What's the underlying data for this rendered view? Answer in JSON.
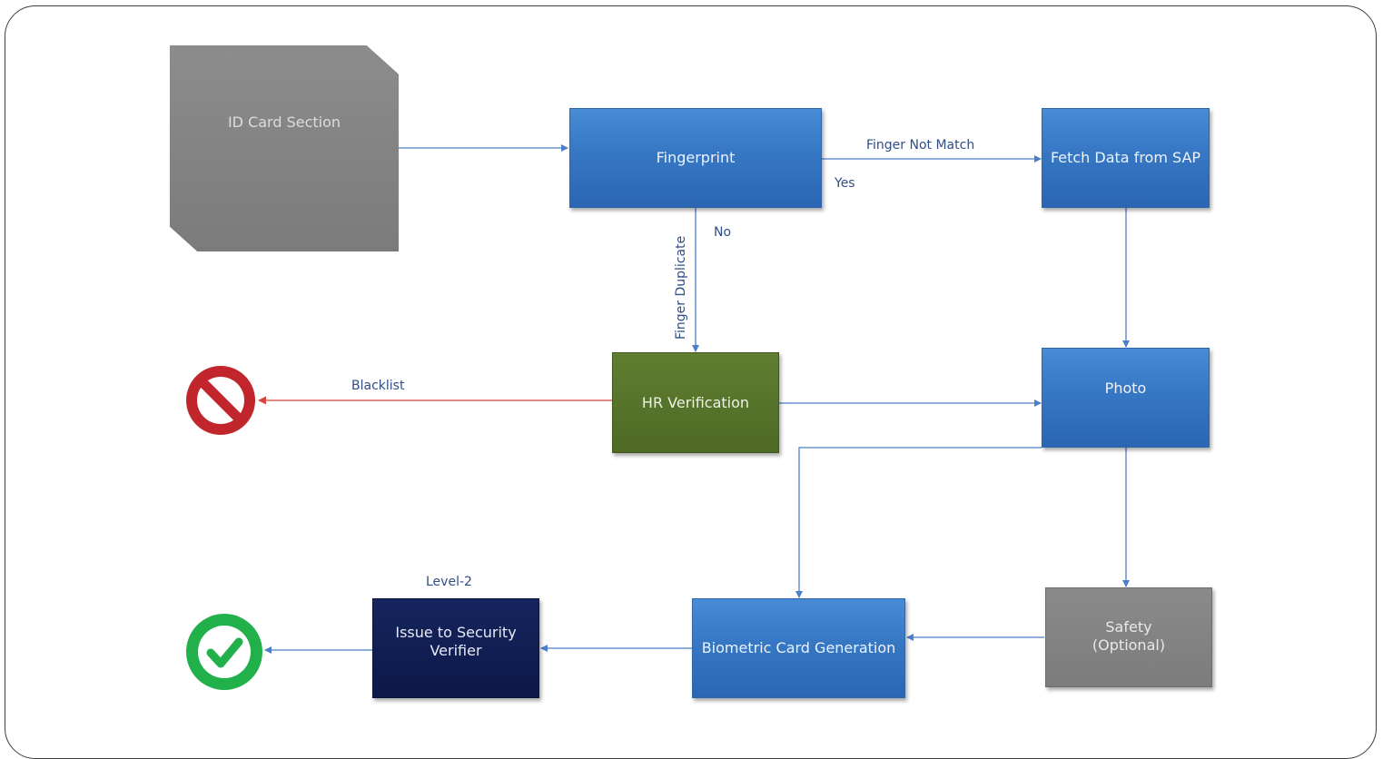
{
  "nodes": {
    "id_card_section": "ID Card Section",
    "fingerprint": "Fingerprint",
    "fetch_data_sap": "Fetch Data from SAP",
    "hr_verification": "HR Verification",
    "photo": "Photo",
    "safety": "Safety\n(Optional)",
    "biometric_card_generation": "Biometric Card Generation",
    "issue_to_security_verifier": "Issue to Security\nVerifier"
  },
  "edge_labels": {
    "finger_not_match": "Finger Not Match",
    "yes": "Yes",
    "no": "No",
    "finger_duplicate": "Finger Duplicate",
    "blacklist": "Blacklist",
    "level_2": "Level-2"
  },
  "icons": {
    "reject": "no-entry-icon",
    "approve": "check-circle-icon"
  },
  "colors": {
    "process_blue": "#3677c4",
    "hr_green": "#56722a",
    "security_navy": "#0f1c50",
    "neutral_gray": "#808080",
    "connector_blue": "#4a7ec8",
    "connector_red": "#d9443c",
    "reject_red": "#c0262b",
    "approve_green": "#22b04b"
  }
}
